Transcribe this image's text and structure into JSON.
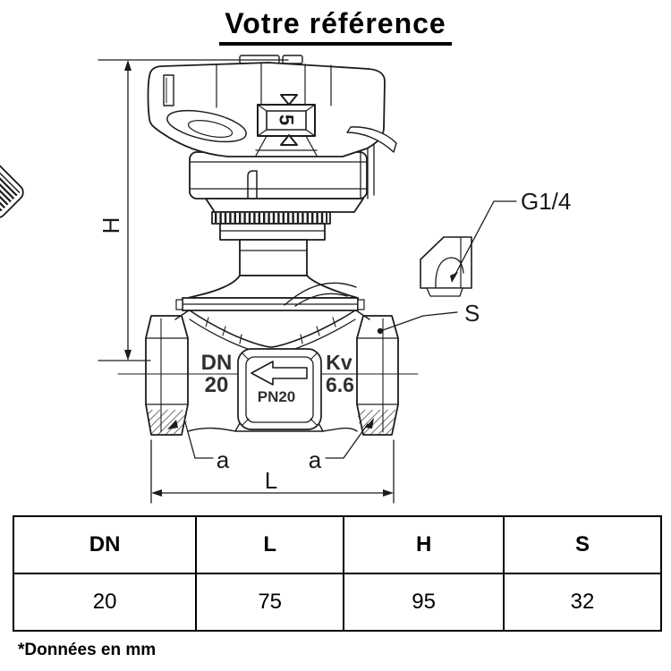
{
  "title": "Votre référence",
  "drawing": {
    "dial_value": "5",
    "dims": {
      "height_label": "H",
      "length_label": "L",
      "wrench_label": "S",
      "port_thread_label": "G1/4",
      "thread_depth_left": "a",
      "thread_depth_right": "a"
    },
    "markings": {
      "dn_label": "DN",
      "dn_value": "20",
      "pn_rating": "PN20",
      "kv_label": "Kv",
      "kv_value": "6.6"
    }
  },
  "table": {
    "headers": [
      "DN",
      "L",
      "H",
      "S"
    ],
    "values": [
      "20",
      "75",
      "95",
      "32"
    ]
  },
  "footnote": "*Données en mm",
  "colors": {
    "line": "#1c1c1c",
    "background": "#ffffff"
  }
}
